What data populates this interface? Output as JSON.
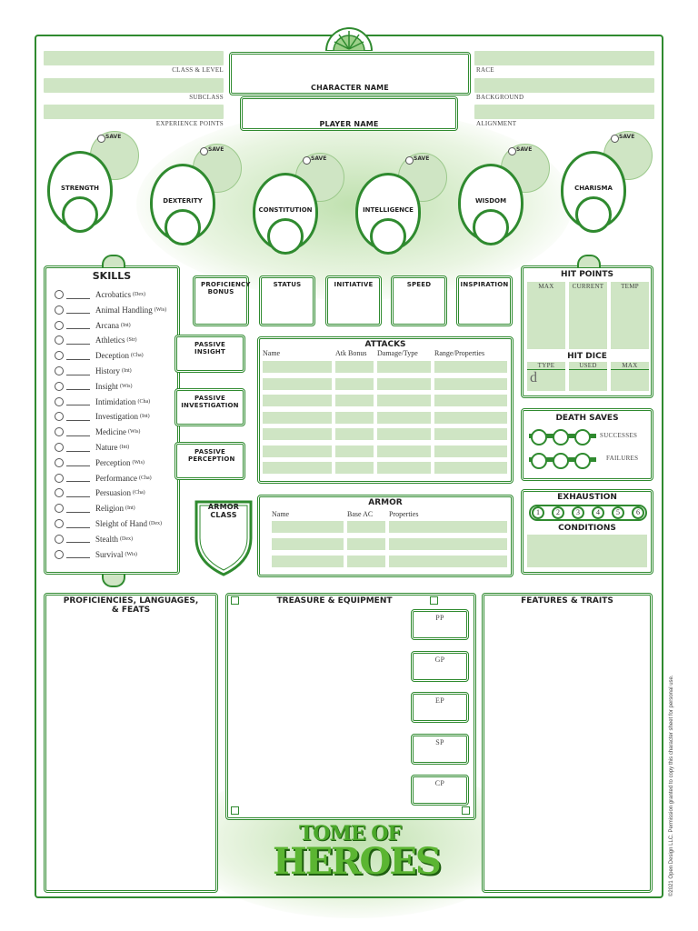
{
  "header": {
    "class_level": "CLASS & LEVEL",
    "subclass": "SUBCLASS",
    "experience_points": "EXPERIENCE POINTS",
    "character_name": "CHARACTER NAME",
    "player_name": "PLAYER NAME",
    "race": "RACE",
    "background": "BACKGROUND",
    "alignment": "ALIGNMENT"
  },
  "abilities": [
    {
      "name": "STRENGTH",
      "save": "SAVE"
    },
    {
      "name": "DEXTERITY",
      "save": "SAVE"
    },
    {
      "name": "CONSTITUTION",
      "save": "SAVE"
    },
    {
      "name": "INTELLIGENCE",
      "save": "SAVE"
    },
    {
      "name": "WISDOM",
      "save": "SAVE"
    },
    {
      "name": "CHARISMA",
      "save": "SAVE"
    }
  ],
  "skills": {
    "title": "SKILLS",
    "items": [
      {
        "name": "Acrobatics",
        "ability": "(Dex)"
      },
      {
        "name": "Animal Handling",
        "ability": "(Wis)"
      },
      {
        "name": "Arcana",
        "ability": "(Int)"
      },
      {
        "name": "Athletics",
        "ability": "(Str)"
      },
      {
        "name": "Deception",
        "ability": "(Cha)"
      },
      {
        "name": "History",
        "ability": "(Int)"
      },
      {
        "name": "Insight",
        "ability": "(Wis)"
      },
      {
        "name": "Intimidation",
        "ability": "(Cha)"
      },
      {
        "name": "Investigation",
        "ability": "(Int)"
      },
      {
        "name": "Medicine",
        "ability": "(Wis)"
      },
      {
        "name": "Nature",
        "ability": "(Int)"
      },
      {
        "name": "Perception",
        "ability": "(Wis)"
      },
      {
        "name": "Performance",
        "ability": "(Cha)"
      },
      {
        "name": "Persuasion",
        "ability": "(Cha)"
      },
      {
        "name": "Religion",
        "ability": "(Int)"
      },
      {
        "name": "Sleight of Hand",
        "ability": "(Dex)"
      },
      {
        "name": "Stealth",
        "ability": "(Dex)"
      },
      {
        "name": "Survival",
        "ability": "(Wis)"
      }
    ]
  },
  "stats": {
    "proficiency": "PROFICIENCY BONUS",
    "status": "STATUS",
    "initiative": "INITIATIVE",
    "speed": "SPEED",
    "inspiration": "INSPIRATION"
  },
  "passives": {
    "insight": "PASSIVE INSIGHT",
    "investigation": "PASSIVE INVESTIGATION",
    "perception": "PASSIVE PERCEPTION"
  },
  "attacks": {
    "title": "ATTACKS",
    "col_name": "Name",
    "col_bonus": "Atk Bonus",
    "col_damage": "Damage/Type",
    "col_range": "Range/Properties"
  },
  "armor": {
    "ac_label": "ARMOR CLASS",
    "title": "ARMOR",
    "col_name": "Name",
    "col_base": "Base AC",
    "col_props": "Properties"
  },
  "hit_points": {
    "title": "HIT POINTS",
    "max": "MAX",
    "current": "CURRENT",
    "temp": "TEMP",
    "dice_title": "HIT DICE",
    "type": "TYPE",
    "used": "USED",
    "dice_max": "MAX",
    "die_prefix": "d"
  },
  "death_saves": {
    "title": "DEATH SAVES",
    "successes": "SUCCESSES",
    "failures": "FAILURES"
  },
  "exhaustion": {
    "title": "EXHAUSTION",
    "levels": [
      "1",
      "2",
      "3",
      "4",
      "5",
      "6"
    ],
    "conditions": "CONDITIONS"
  },
  "bottom": {
    "proficiencies": "PROFICIENCIES, LANGUAGES, & FEATS",
    "treasure": "TREASURE & EQUIPMENT",
    "features": "FEATURES & TRAITS",
    "coins": [
      "PP",
      "GP",
      "EP",
      "SP",
      "CP"
    ]
  },
  "logo": {
    "line1": "TOME OF",
    "line2": "HEROES"
  },
  "copyright": "©2021 Open Design LLC. Permission granted to copy this character sheet for personal use."
}
